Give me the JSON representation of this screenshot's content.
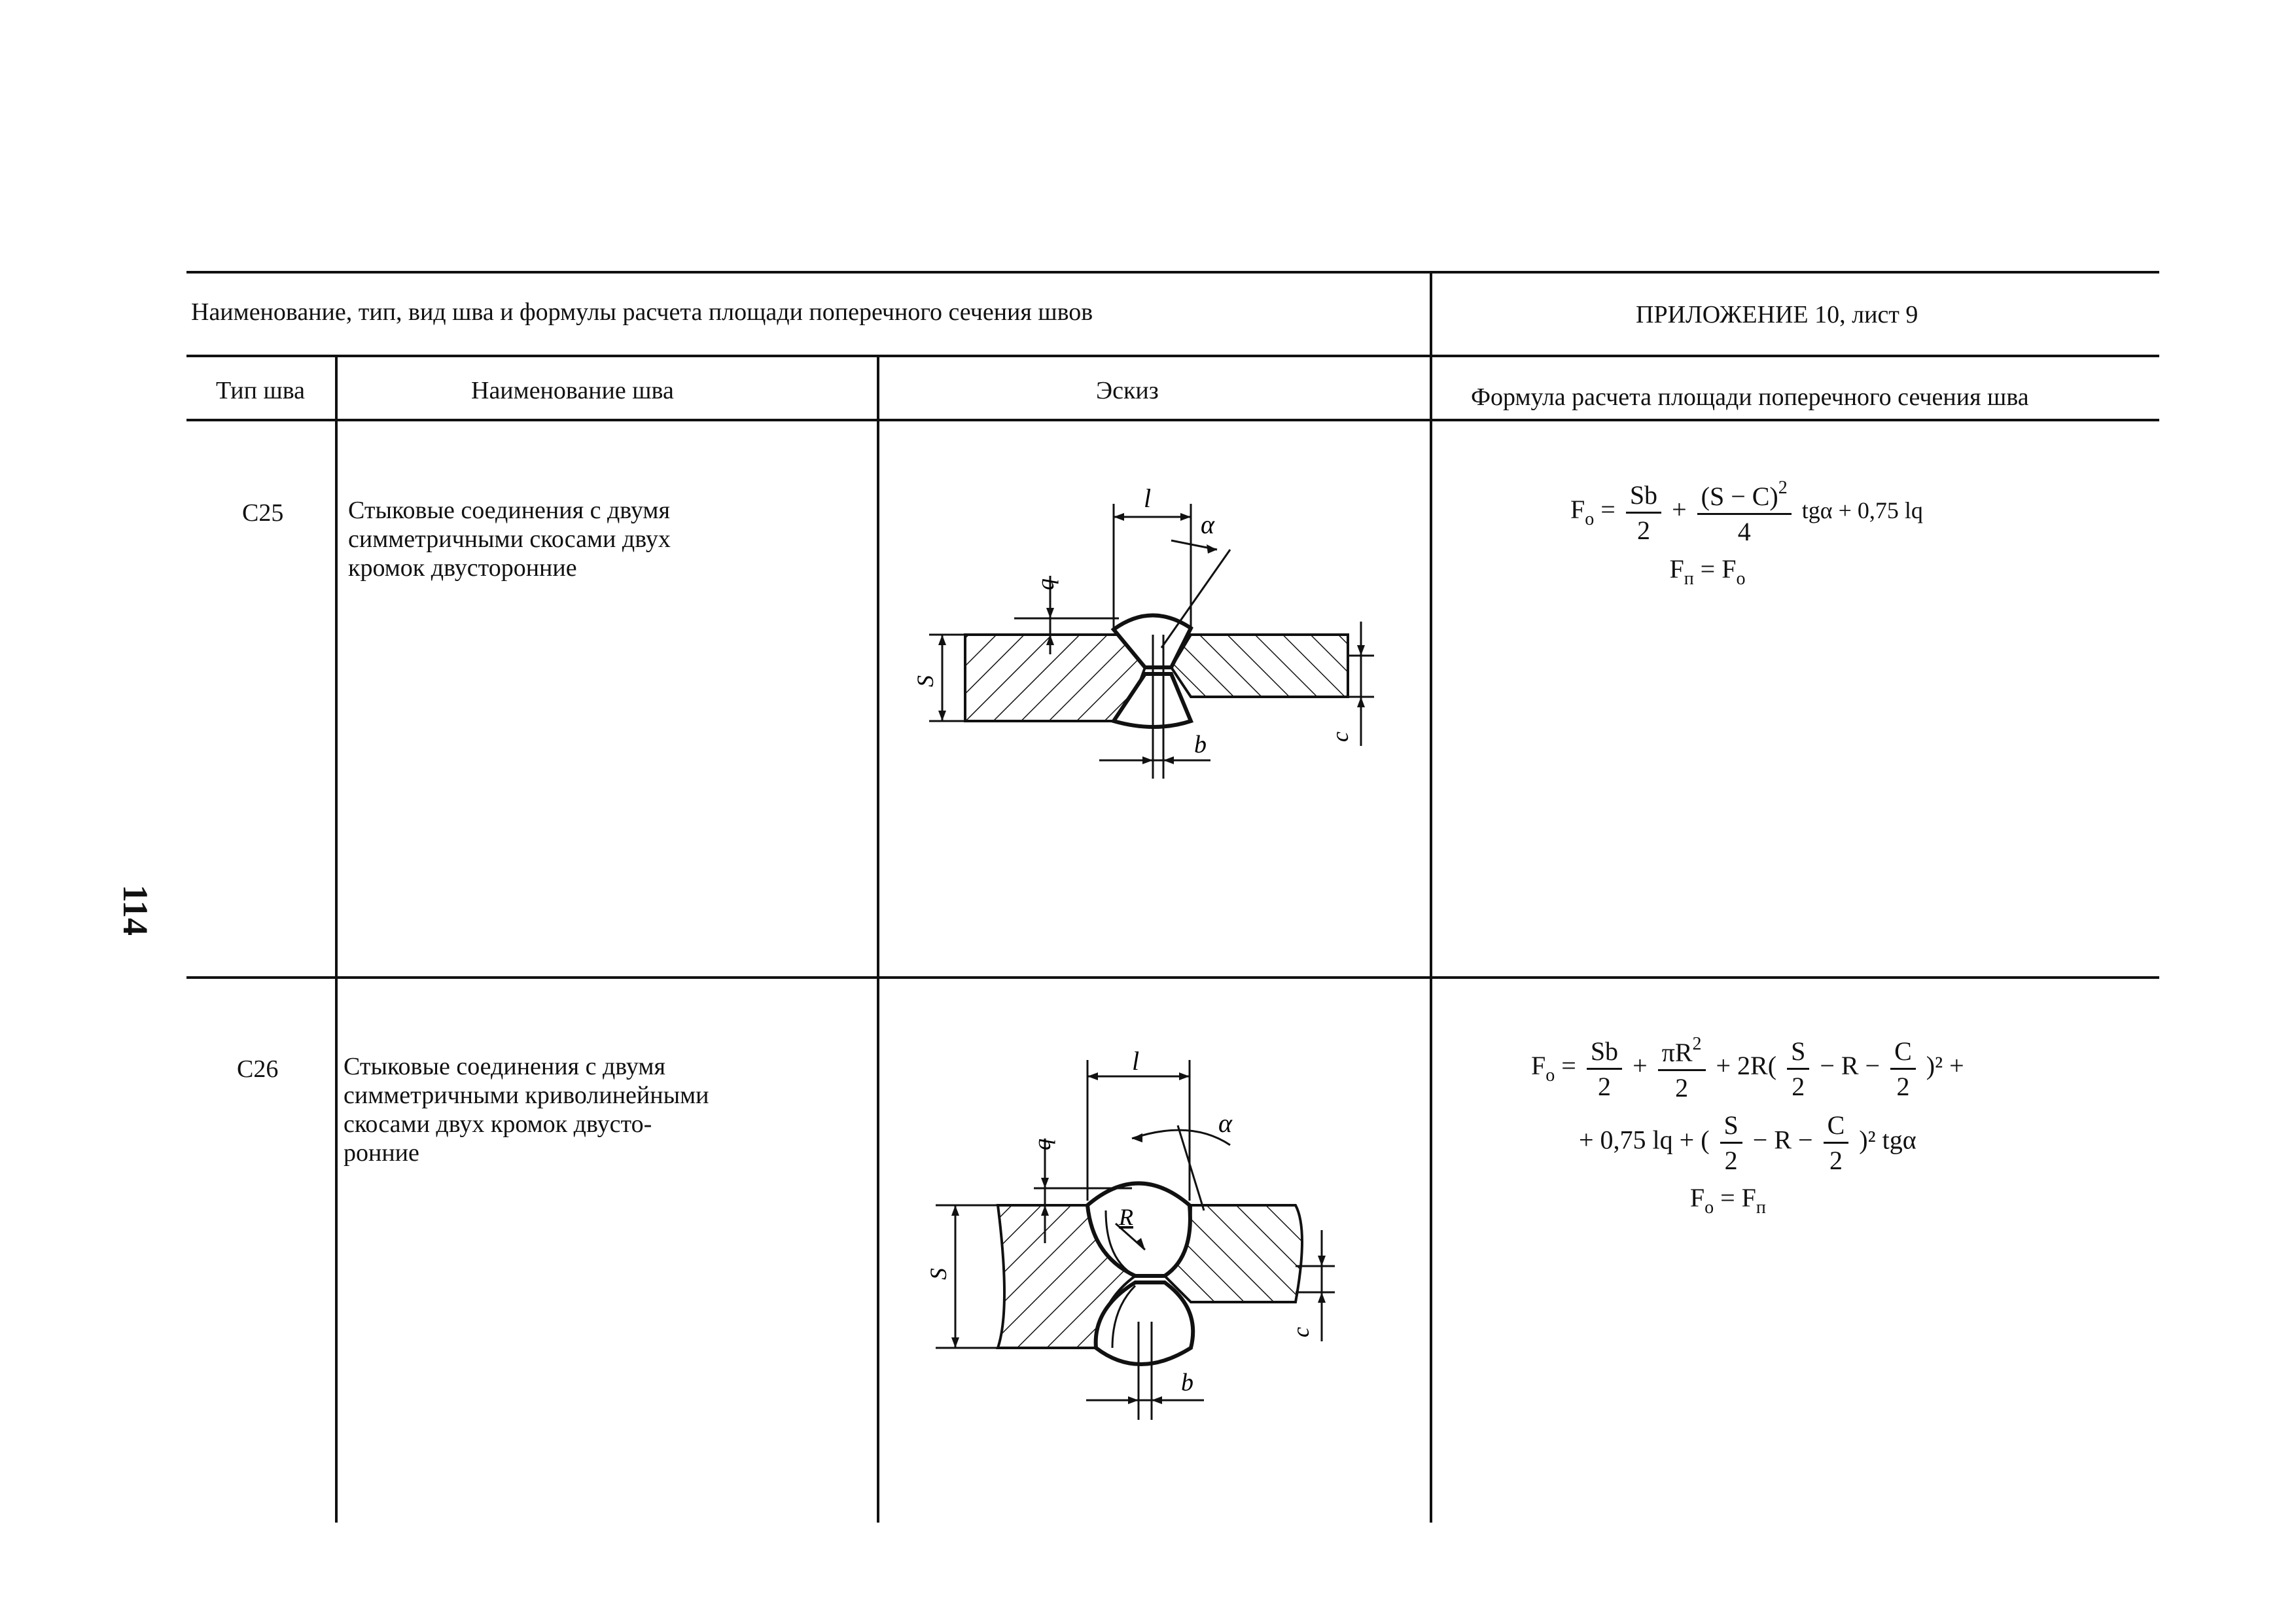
{
  "header": {
    "title": "Наименование, тип, вид шва и формулы расчета площади поперечного сечения швов",
    "appendix": "ПРИЛОЖЕНИЕ 10, лист 9"
  },
  "columns": {
    "type": "Тип шва",
    "name": "Наименование шва",
    "sketch": "Эскиз",
    "formula": "Формула расчета площади поперечного сечения шва"
  },
  "page_number": "114",
  "rows": [
    {
      "type": "С25",
      "name_lines": [
        "Стыковые соединения с двумя",
        "симметричными скосами двух",
        "кромок двусторонние"
      ],
      "sketch_labels": {
        "l": "l",
        "alpha": "α",
        "q": "q",
        "s": "S",
        "c": "c",
        "b": "b"
      },
      "formula": {
        "lhs": "F",
        "lhs_sub": "о",
        "eq": "=",
        "f1_num": "Sb",
        "f1_den": "2",
        "plus": "+",
        "f2_num": "(S − C)",
        "f2_sup": "2",
        "f2_den": "4",
        "tail": "tgα + 0,75 lq",
        "line2_lhs": "F",
        "line2_lhs_sub": "п",
        "line2_eq": "=",
        "line2_rhs": "F",
        "line2_rhs_sub": "о"
      }
    },
    {
      "type": "С26",
      "name_lines": [
        "Стыковые соединения с двумя",
        "симметричными криволинейными",
        "скосами двух кромок двусто-",
        "ронние"
      ],
      "sketch_labels": {
        "l": "l",
        "alpha": "α",
        "q": "q",
        "r": "R",
        "s": "S",
        "c": "c",
        "b": "b"
      },
      "formula": {
        "lhs": "F",
        "lhs_sub": "о",
        "eq": "=",
        "f1_num": "Sb",
        "f1_den": "2",
        "plus": "+",
        "f2_num": "πR",
        "f2_sup": "2",
        "f2_den": "2",
        "mid": "+ 2R(",
        "f3_num": "S",
        "f3_den": "2",
        "minus_r": "− R −",
        "f4_num": "C",
        "f4_den": "2",
        "close_sq": ")² +",
        "line2_start": "+ 0,75 lq + (",
        "l2_f1_num": "S",
        "l2_f1_den": "2",
        "l2_minus_r": "− R −",
        "l2_f2_num": "C",
        "l2_f2_den": "2",
        "l2_tail": ")² tgα",
        "line3_lhs": "F",
        "line3_lhs_sub": "о",
        "line3_eq": "=",
        "line3_rhs": "F",
        "line3_rhs_sub": "п"
      }
    }
  ]
}
